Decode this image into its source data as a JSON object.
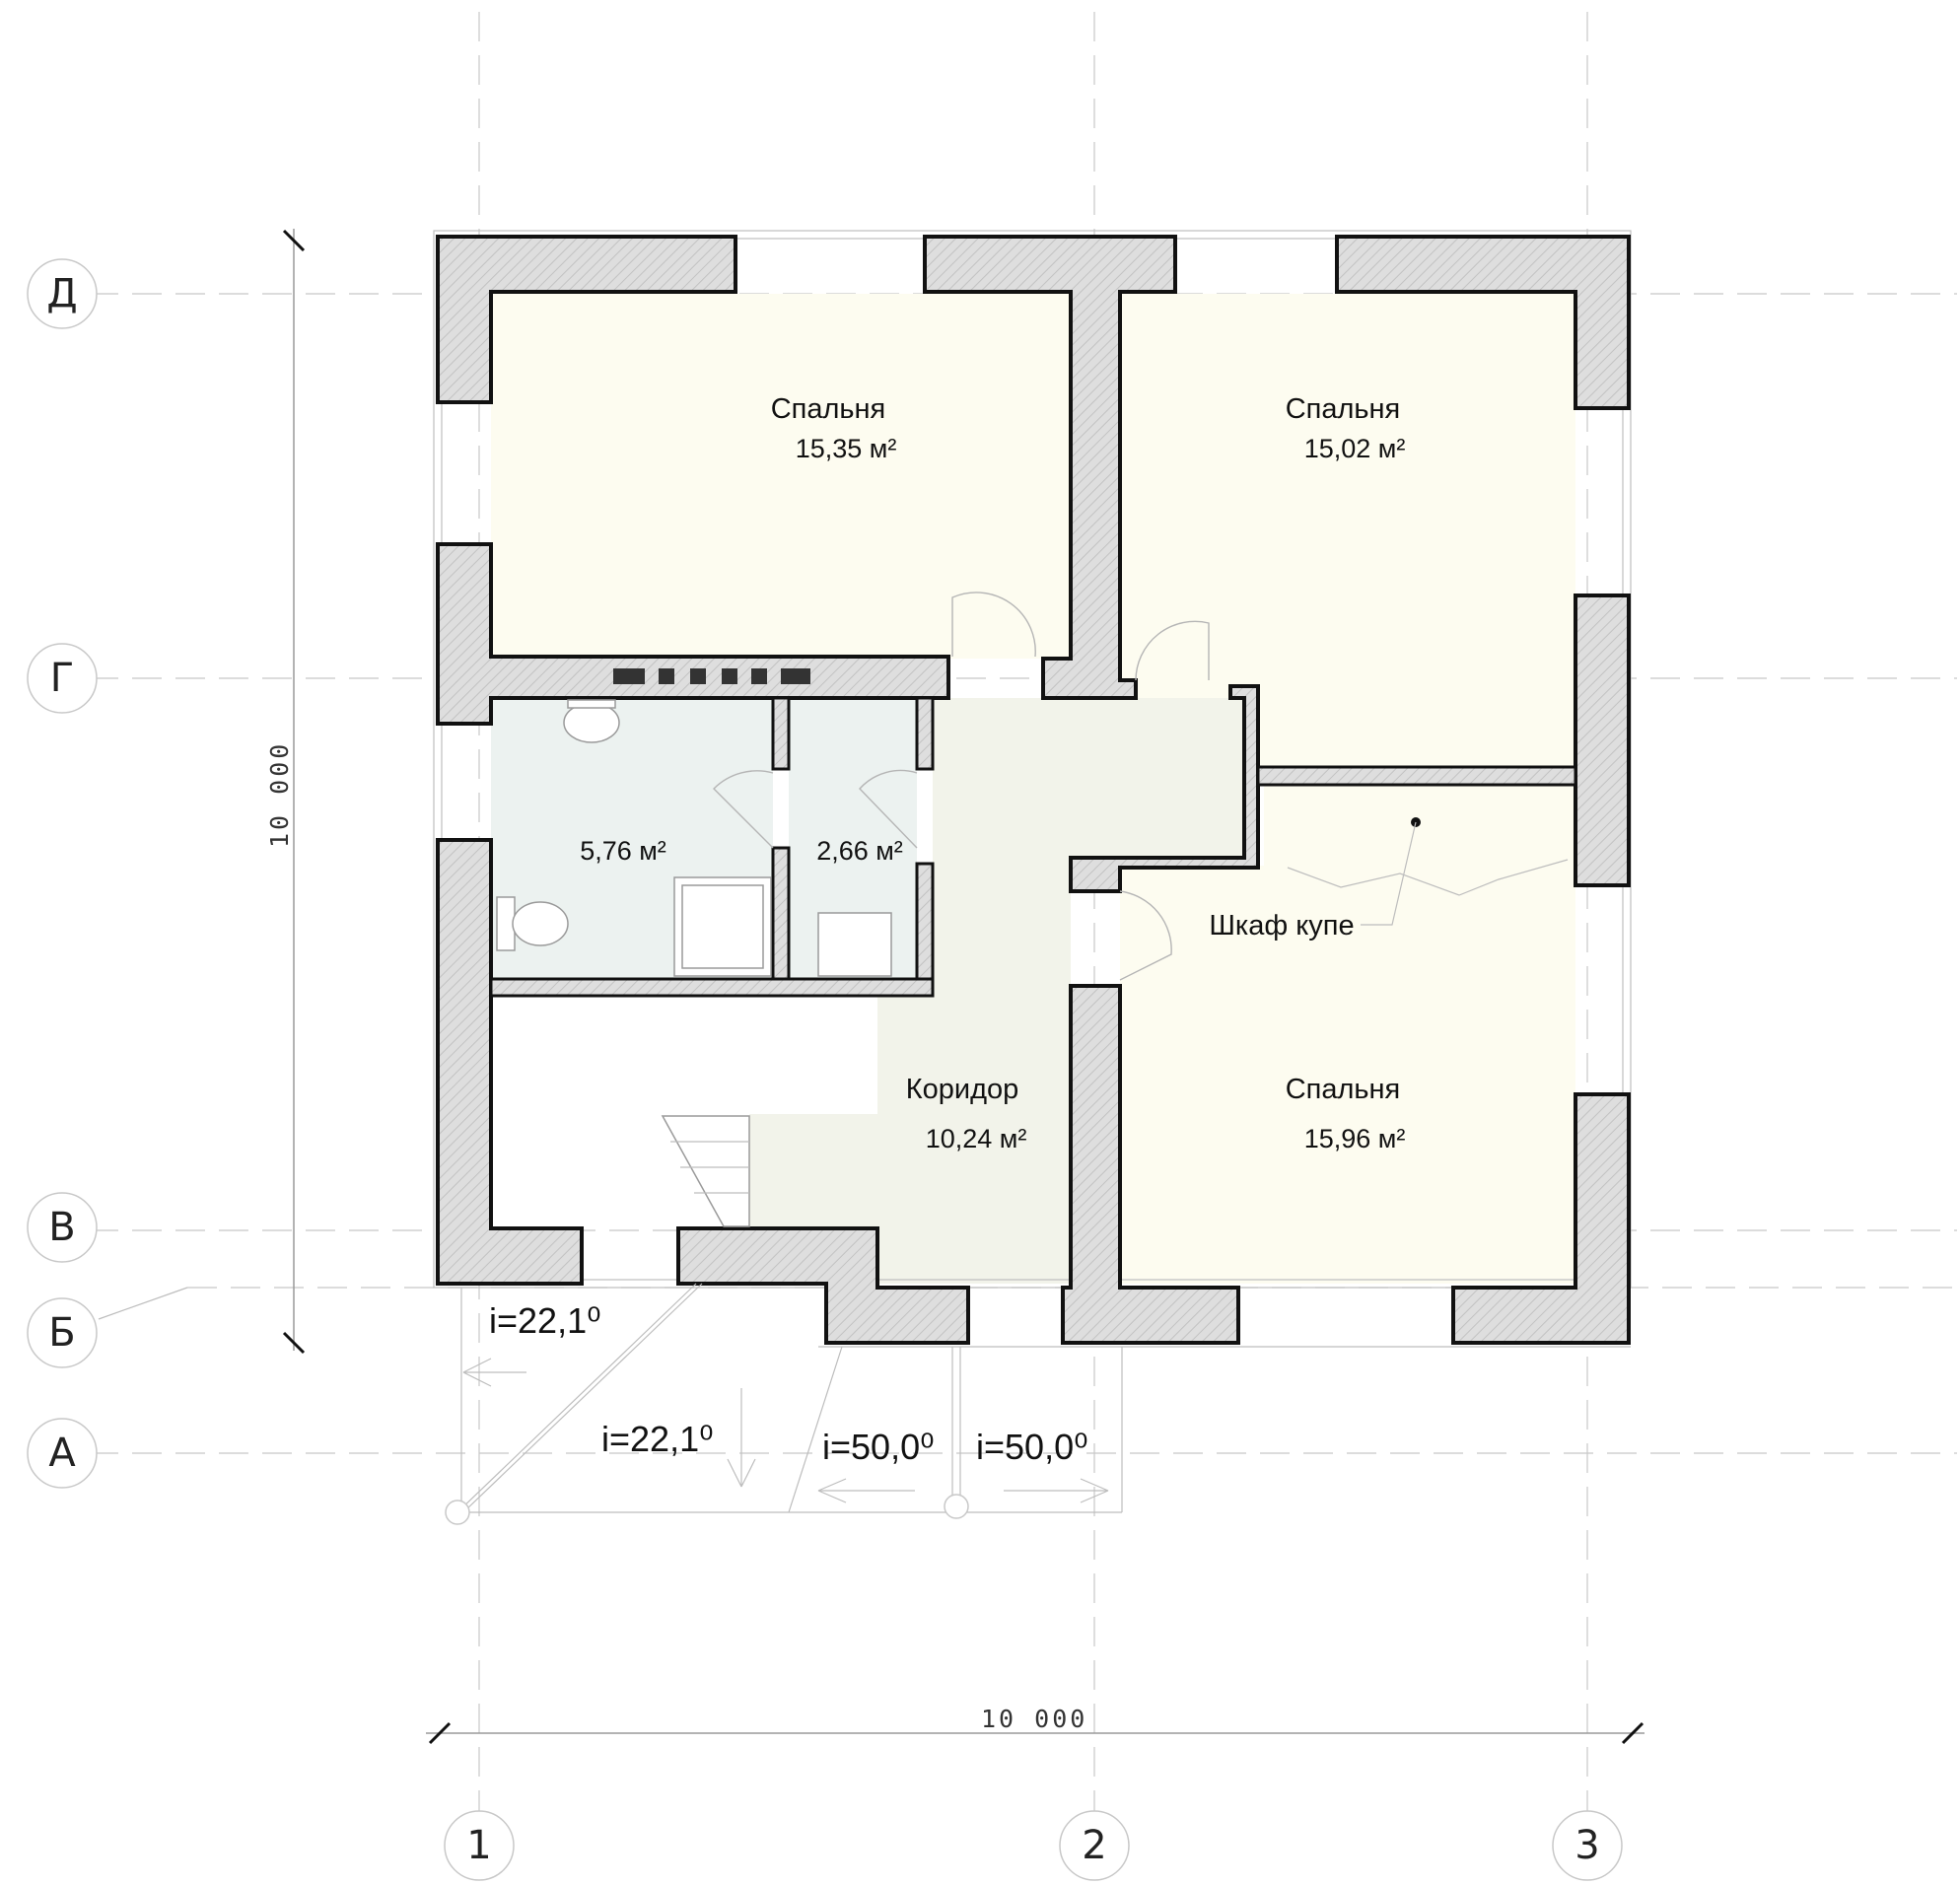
{
  "rows": [
    {
      "label": "Д"
    },
    {
      "label": "Г"
    },
    {
      "label": "В"
    },
    {
      "label": "Б"
    },
    {
      "label": "А"
    }
  ],
  "columns": [
    {
      "label": "1"
    },
    {
      "label": "2"
    },
    {
      "label": "3"
    }
  ],
  "dimensions": {
    "horizontal": "10  000",
    "vertical": "10  000"
  },
  "rooms": [
    {
      "name": "Спальня",
      "area": "15,35 м²"
    },
    {
      "name": "Спальня",
      "area": "15,02 м²"
    },
    {
      "name": "",
      "area": "5,76 м²"
    },
    {
      "name": "",
      "area": "2,66 м²"
    },
    {
      "name": "Коридор",
      "area": "10,24 м²"
    },
    {
      "name": "Спальня",
      "area": "15,96 м²"
    }
  ],
  "labels": {
    "closet": "Шкаф купе"
  },
  "slopes": [
    "i=22,1⁰",
    "i=22,1⁰",
    "i=50,0⁰",
    "i=50,0⁰"
  ],
  "colors": {
    "bedroom_fill": "#fdfcf0",
    "bathroom_fill": "#ecf2f0",
    "corridor_fill": "#f2f3ea",
    "wall_hatch": "#dcdcdc",
    "wall_outline": "#111111"
  }
}
